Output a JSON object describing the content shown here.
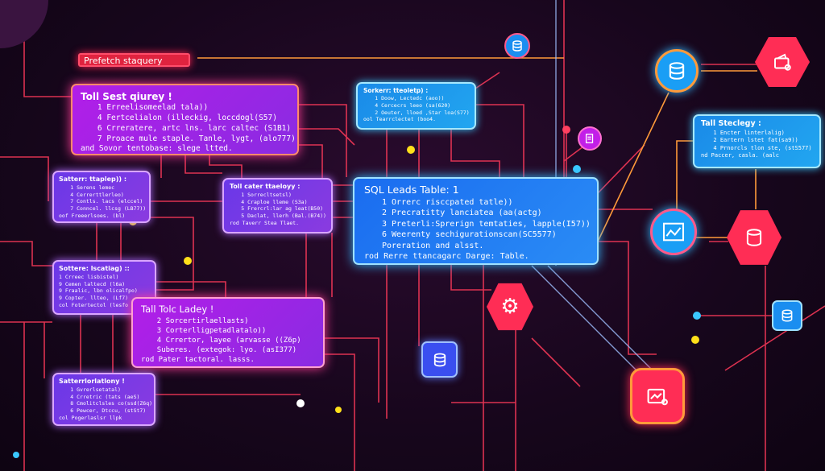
{
  "header_box": "Prefetch staquery",
  "panels": {
    "p1": {
      "title": "Toll Sest qiurey !",
      "lines": [
        "1 Erreelisomeelad tala))",
        "4 Fertcelialon (illeckig, loccdogl(S57)",
        "6 Crreratere, artc lns. larc caltec (S1B1)",
        "7 Proace mule staple. Tanle, lygt, (alo777)"
      ],
      "footer": "and Sovor tentobase: slege ltted."
    },
    "p2": {
      "title": "Satterr: ttaplep)) :",
      "lines": [
        "1 Serens lemec",
        "4 Cerrerttlerleo)",
        "7 Contls. lacs (elccel)",
        "7 Conncel. llcsg (LB77))"
      ],
      "footer": "oof Freeerlsoes. (bl)"
    },
    "p3": {
      "title": "Toll cater ttaeloyy :",
      "lines": [
        "1 Sorrecltsetsl)",
        "4 Craploe lleme (S3a)",
        "5 Frercrl:lar ag leat(B50)",
        "5 Daclat, llerh (Bal.(B74))"
      ],
      "footer": "rod Taverr Stea Tlaet."
    },
    "p4": {
      "title": "Sorkerr: tteoletp) :",
      "lines": [
        "1 Doow, Lectedc (aoo))",
        "4 Cercecrs leeo (sa(620)",
        "2 Oeuter, lloed ,Star loa(S77)"
      ],
      "footer": "ool Tearrclectet (boo4."
    },
    "p5": {
      "title": "SQL Leads Table: 1",
      "lines": [
        "1 Orrerc risccpated tatle))",
        "2 Precratitty lanciatea (aa(actg)",
        "3 Preterli:Sprerign temtaties, lapple(I57))",
        "6 Weerenty sechigurationscan(SC5577)",
        "Poreration and alsst."
      ],
      "footer": "rod Rerre ttancagarc Darge: Table."
    },
    "p6": {
      "title": "Tall Steclegy :",
      "lines": [
        "1 Encter linterlalig)",
        "2 Eartern lstet fat(sa9))",
        "4 Prnorcls tlon ste, (stS577)"
      ],
      "footer": "nd Paccer, casla. (aalc"
    },
    "p7": {
      "title": "Sottere: lscatiag) ::",
      "lines": [
        "1 Crreec lisbistel)",
        "9 Cemen laltecd (l6a)",
        "9 Fraalic, lbn olicalfpo)",
        "9 Copter. llteo, (Lf7)"
      ],
      "footer": "col Fotertectol (lesfo"
    },
    "p8": {
      "title": "Tall Tolc Ladey !",
      "lines": [
        "2 Sorcertirlaellasts)",
        "3 Corterlligpetadlatalo))",
        "4 Crrertor, layee (arvasse ((Z6p)",
        "Suberes. (extegok: lyo. (asI377)"
      ],
      "footer": "rod Pater tactoral. lasss."
    },
    "p9": {
      "title": "Satterrlorlatlony !",
      "lines": [
        "1 Gvrerlsetatal)",
        "4 Crretric (tats (aeS)",
        "8 Cmolitclsles co(ssd(Z6q)",
        "6 Pewcer, Dtccu, (stSt7)"
      ],
      "footer": "col Pogerlaslsr llpk"
    }
  },
  "icons": [
    "database-icon",
    "database-icon",
    "wallet-icon",
    "document-icon",
    "chart-icon",
    "database-icon",
    "gear-icon",
    "database-icon",
    "chart-icon",
    "database-icon"
  ],
  "colors": {
    "accent_red": "#ff2d55",
    "accent_blue": "#1e90ff",
    "accent_magenta": "#c21ee8",
    "wire": "#ff3a5a"
  }
}
